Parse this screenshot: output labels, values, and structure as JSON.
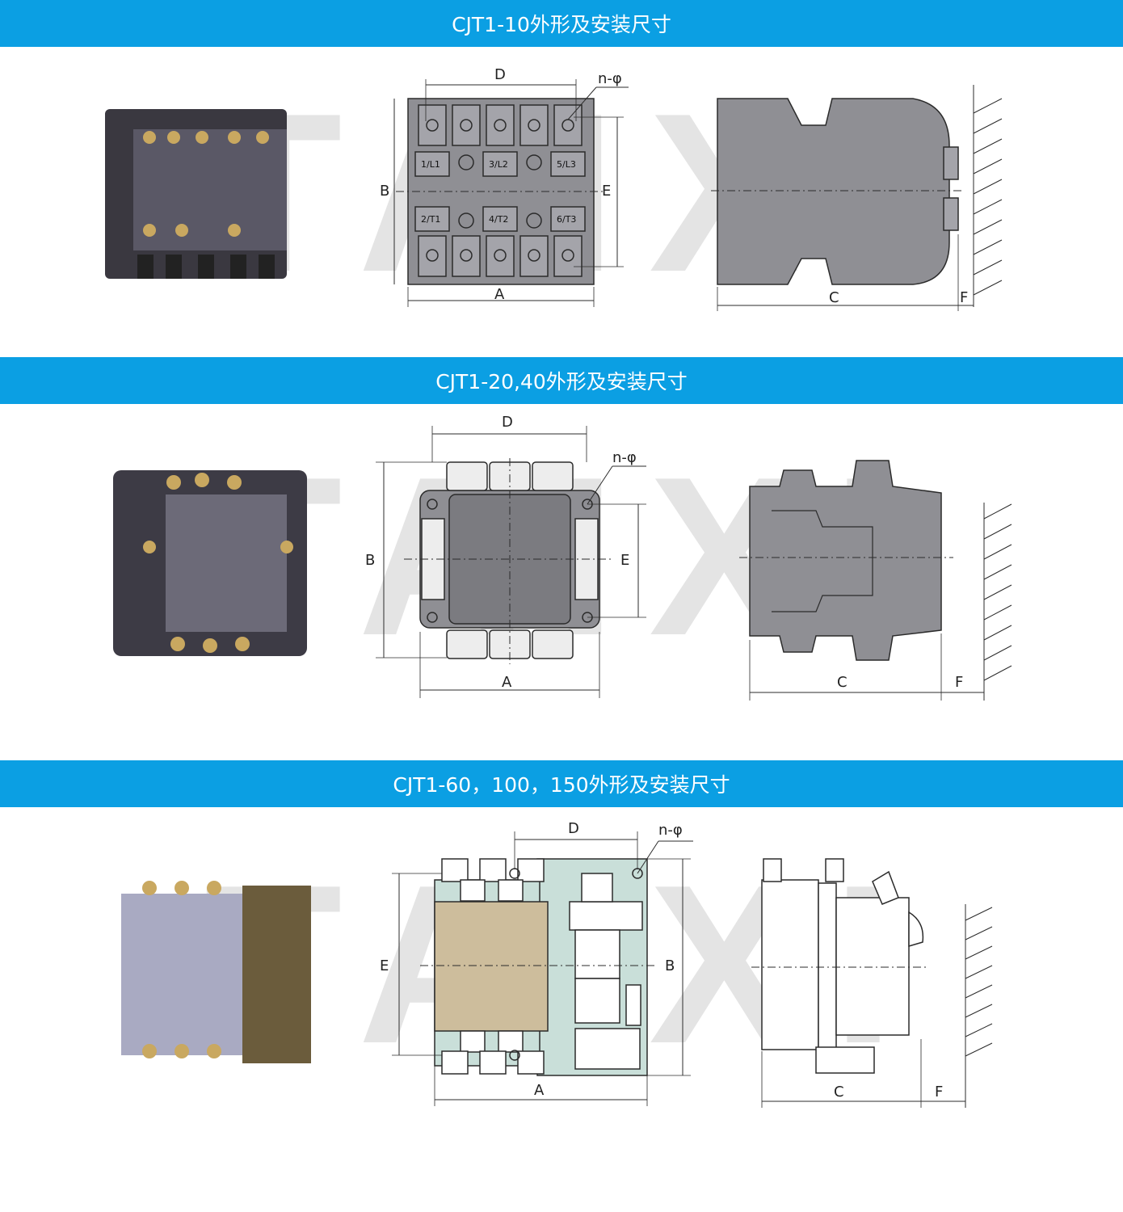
{
  "sections": [
    {
      "title": "CJT1-10外形及安装尺寸",
      "dims": {
        "a": "A",
        "b": "B",
        "c": "C",
        "d": "D",
        "e": "E",
        "f": "F",
        "n": "n-φ"
      },
      "terminals_top": [
        "1/L1",
        "3/L2",
        "5/L3"
      ],
      "terminals_bottom": [
        "2/T1",
        "4/T2",
        "6/T3"
      ]
    },
    {
      "title": "CJT1-20,40外形及安装尺寸",
      "dims": {
        "a": "A",
        "b": "B",
        "c": "C",
        "d": "D",
        "e": "E",
        "f": "F",
        "n": "n-φ"
      }
    },
    {
      "title": "CJT1-60，100，150外形及安装尺寸",
      "dims": {
        "a": "A",
        "b": "B",
        "c": "C",
        "d": "D",
        "e": "E",
        "f": "F",
        "n": "n-φ"
      }
    }
  ],
  "watermark": "TAIXI",
  "colors": {
    "header": "#0b9fe3",
    "body": "#8f8f94",
    "stroke": "#2b2b2b",
    "beige": "#cdbd9c",
    "mint": "#c9dfd9"
  },
  "icons": [
    "contactor-photo",
    "front-view-drawing",
    "side-view-drawing",
    "wall-mount-hatch"
  ]
}
